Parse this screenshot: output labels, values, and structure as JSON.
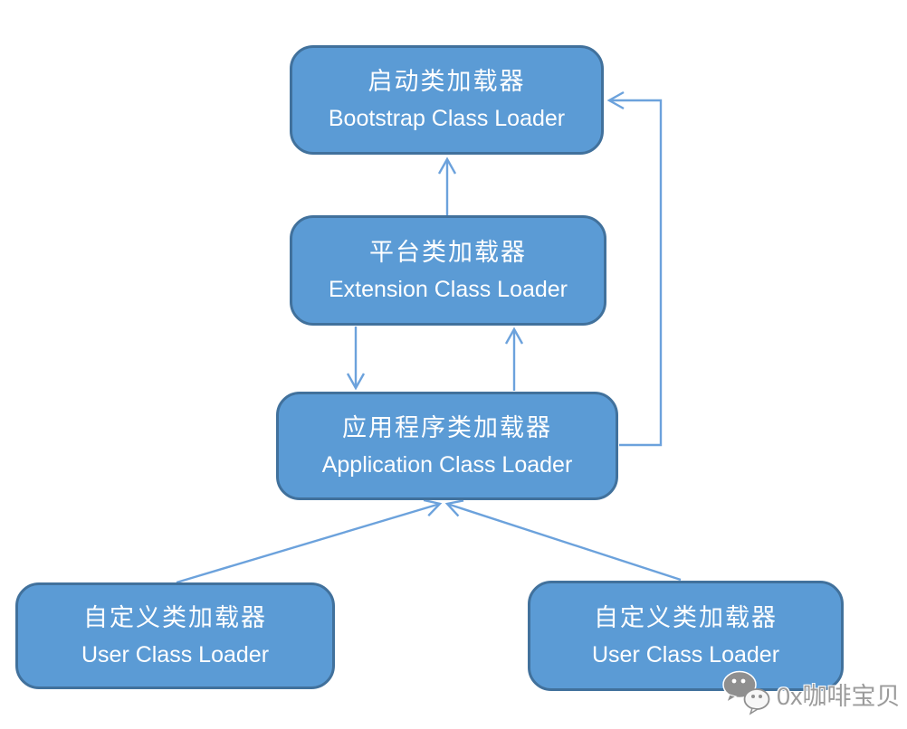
{
  "diagram": {
    "nodes": {
      "bootstrap": {
        "zh": "启动类加载器",
        "en": "Bootstrap Class Loader"
      },
      "extension": {
        "zh": "平台类加载器",
        "en": "Extension Class Loader"
      },
      "application": {
        "zh": "应用程序类加载器",
        "en": "Application Class Loader"
      },
      "user_left": {
        "zh": "自定义类加载器",
        "en": "User Class Loader"
      },
      "user_right": {
        "zh": "自定义类加载器",
        "en": "User Class Loader"
      }
    },
    "edges": [
      {
        "from": "extension",
        "to": "bootstrap",
        "style": "straight-up"
      },
      {
        "from": "extension",
        "to": "application",
        "style": "straight-down"
      },
      {
        "from": "application",
        "to": "extension",
        "style": "straight-up"
      },
      {
        "from": "application",
        "to": "bootstrap",
        "style": "bent-right-up"
      },
      {
        "from": "user_left",
        "to": "application",
        "style": "diagonal-up"
      },
      {
        "from": "user_right",
        "to": "application",
        "style": "diagonal-up"
      }
    ],
    "colors": {
      "node_fill": "#5B9BD5",
      "node_border": "#41719C",
      "arrow": "#6CA2DC",
      "node_text": "#FFFFFF",
      "watermark_text": "#9B9B9B"
    },
    "watermark": {
      "icon": "wechat-icon",
      "text": "0x咖啡宝贝"
    }
  }
}
